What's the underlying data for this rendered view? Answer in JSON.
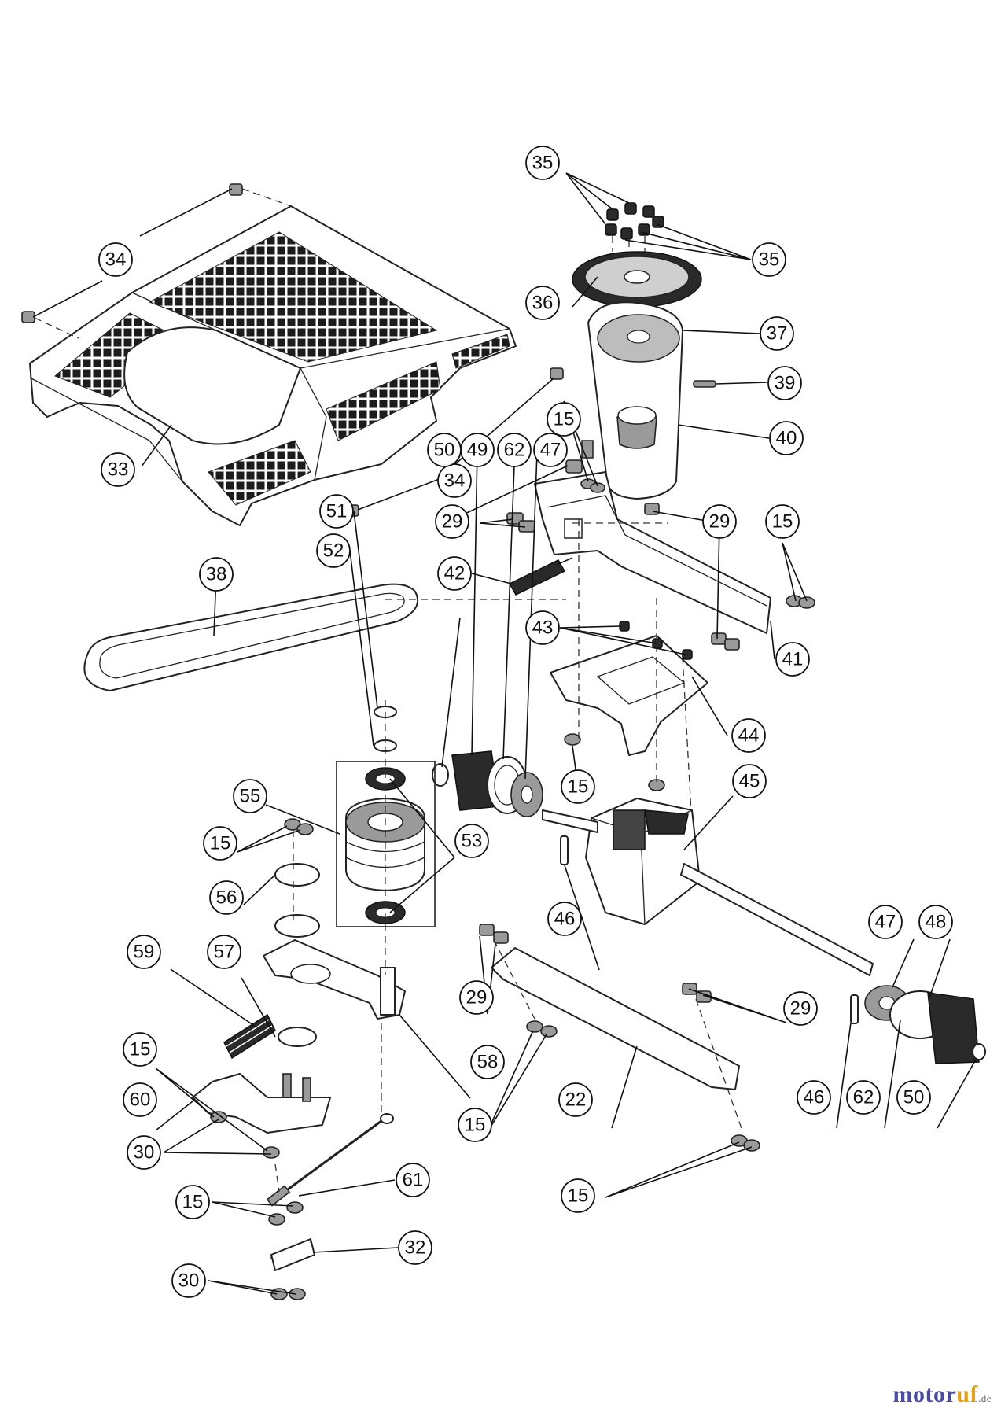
{
  "diagram": {
    "callouts": [
      {
        "label": "35"
      },
      {
        "label": "35"
      },
      {
        "label": "34"
      },
      {
        "label": "36"
      },
      {
        "label": "37"
      },
      {
        "label": "39"
      },
      {
        "label": "40"
      },
      {
        "label": "33"
      },
      {
        "label": "34"
      },
      {
        "label": "15"
      },
      {
        "label": "29"
      },
      {
        "label": "29"
      },
      {
        "label": "15"
      },
      {
        "label": "38"
      },
      {
        "label": "42"
      },
      {
        "label": "41"
      },
      {
        "label": "43"
      },
      {
        "label": "50"
      },
      {
        "label": "49"
      },
      {
        "label": "62"
      },
      {
        "label": "47"
      },
      {
        "label": "51"
      },
      {
        "label": "44"
      },
      {
        "label": "52"
      },
      {
        "label": "15"
      },
      {
        "label": "45"
      },
      {
        "label": "55"
      },
      {
        "label": "53"
      },
      {
        "label": "15"
      },
      {
        "label": "56"
      },
      {
        "label": "46"
      },
      {
        "label": "47"
      },
      {
        "label": "48"
      },
      {
        "label": "59"
      },
      {
        "label": "57"
      },
      {
        "label": "29"
      },
      {
        "label": "29"
      },
      {
        "label": "15"
      },
      {
        "label": "58"
      },
      {
        "label": "60"
      },
      {
        "label": "46"
      },
      {
        "label": "62"
      },
      {
        "label": "50"
      },
      {
        "label": "22"
      },
      {
        "label": "15"
      },
      {
        "label": "30"
      },
      {
        "label": "61"
      },
      {
        "label": "15"
      },
      {
        "label": "15"
      },
      {
        "label": "32"
      },
      {
        "label": "30"
      }
    ]
  },
  "watermark": {
    "brand_part1": "motor",
    "brand_part2": "uf",
    "tld": ".de"
  }
}
